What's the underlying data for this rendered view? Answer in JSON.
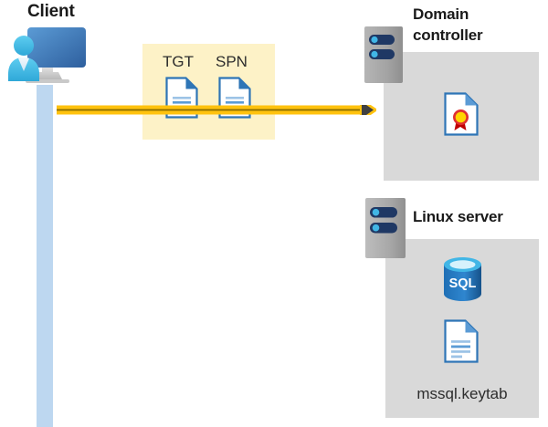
{
  "diagram": {
    "type": "sequence-flow",
    "title_client": "Client",
    "nodes": {
      "client": {
        "label": "Client",
        "icon": "client-workstation-icon"
      },
      "token_group": {
        "highlight_color": "#fdf2c7",
        "items": [
          {
            "label": "TGT",
            "icon": "document-icon"
          },
          {
            "label": "SPN",
            "icon": "document-icon"
          }
        ]
      },
      "domain_controller": {
        "label": "Domain controller",
        "label_line1": "Domain",
        "label_line2": "controller",
        "icon": "server-rack-icon",
        "panel_color": "#d9d9d9",
        "contents": [
          {
            "label": "",
            "icon": "certificate-document-icon"
          }
        ]
      },
      "linux_server": {
        "label": "Linux server",
        "icon": "server-rack-icon",
        "panel_color": "#d9d9d9",
        "contents": [
          {
            "label": "SQL",
            "icon": "sql-database-icon"
          },
          {
            "label": "mssql.keytab",
            "icon": "document-icon"
          }
        ]
      }
    },
    "connectors": [
      {
        "name": "client-to-domain-controller",
        "from": "client",
        "to": "domain_controller",
        "color": "#ffc20e",
        "direction": "right",
        "style": "double-line-arrow"
      }
    ],
    "colors": {
      "arrow": "#ffc20e",
      "arrow_inner": "#8a6d00",
      "arrowhead": "#404040",
      "lifeline": "#bdd7f0",
      "highlight": "#fdf2c7",
      "panel": "#d9d9d9",
      "rack_body": "#a6a6a6",
      "rack_led": "#1f3864",
      "doc_blue": "#2e75b6",
      "sql_blue": "#1f6fb5",
      "cert_red": "#c00000",
      "cert_yellow": "#ffd500",
      "title_text": "#1a1a1a"
    }
  }
}
